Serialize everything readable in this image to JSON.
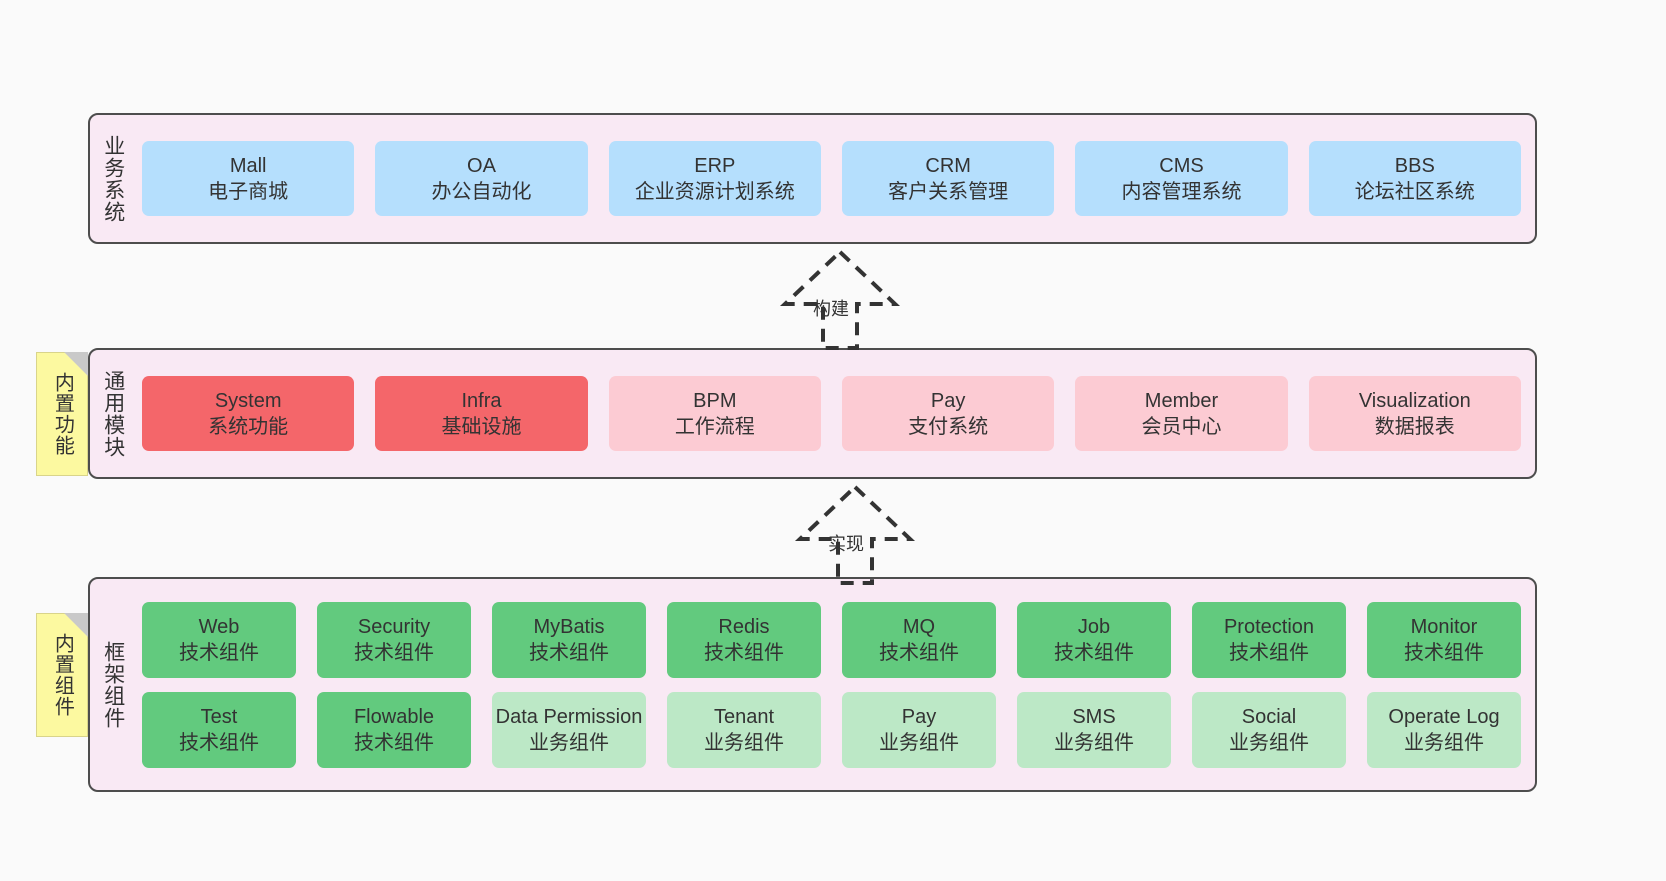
{
  "diagram": {
    "background_color": "#fafafa",
    "panel_color": "#f9e9f4",
    "panel_border_color": "#4d4d4d",
    "note_color": "#fcf9a0"
  },
  "layers": [
    {
      "id": "business",
      "title": "业务系统",
      "rows": [
        {
          "boxes": [
            {
              "en": "Mall",
              "cn": "电子商城",
              "color": "#b5dffd",
              "style": "box-blue"
            },
            {
              "en": "OA",
              "cn": "办公自动化",
              "color": "#b5dffd",
              "style": "box-blue"
            },
            {
              "en": "ERP",
              "cn": "企业资源计划系统",
              "color": "#b5dffd",
              "style": "box-blue"
            },
            {
              "en": "CRM",
              "cn": "客户关系管理",
              "color": "#b5dffd",
              "style": "box-blue"
            },
            {
              "en": "CMS",
              "cn": "内容管理系统",
              "color": "#b5dffd",
              "style": "box-blue"
            },
            {
              "en": "BBS",
              "cn": "论坛社区系统",
              "color": "#b5dffd",
              "style": "box-blue"
            }
          ]
        }
      ]
    },
    {
      "id": "common",
      "title": "通用模块",
      "note": "内置功能",
      "rows": [
        {
          "boxes": [
            {
              "en": "System",
              "cn": "系统功能",
              "color": "#f4666a",
              "style": "box-red"
            },
            {
              "en": "Infra",
              "cn": "基础设施",
              "color": "#f4666a",
              "style": "box-red"
            },
            {
              "en": "BPM",
              "cn": "工作流程",
              "color": "#fccbd3",
              "style": "box-pink"
            },
            {
              "en": "Pay",
              "cn": "支付系统",
              "color": "#fccbd3",
              "style": "box-pink"
            },
            {
              "en": "Member",
              "cn": "会员中心",
              "color": "#fccbd3",
              "style": "box-pink"
            },
            {
              "en": "Visualization",
              "cn": "数据报表",
              "color": "#fccbd3",
              "style": "box-pink"
            }
          ]
        }
      ]
    },
    {
      "id": "framework",
      "title": "框架组件",
      "note": "内置组件",
      "rows": [
        {
          "boxes": [
            {
              "en": "Web",
              "cn": "技术组件",
              "color": "#62ca7e",
              "style": "box-green"
            },
            {
              "en": "Security",
              "cn": "技术组件",
              "color": "#62ca7e",
              "style": "box-green"
            },
            {
              "en": "MyBatis",
              "cn": "技术组件",
              "color": "#62ca7e",
              "style": "box-green"
            },
            {
              "en": "Redis",
              "cn": "技术组件",
              "color": "#62ca7e",
              "style": "box-green"
            },
            {
              "en": "MQ",
              "cn": "技术组件",
              "color": "#62ca7e",
              "style": "box-green"
            },
            {
              "en": "Job",
              "cn": "技术组件",
              "color": "#62ca7e",
              "style": "box-green"
            },
            {
              "en": "Protection",
              "cn": "技术组件",
              "color": "#62ca7e",
              "style": "box-green"
            },
            {
              "en": "Monitor",
              "cn": "技术组件",
              "color": "#62ca7e",
              "style": "box-green"
            }
          ]
        },
        {
          "boxes": [
            {
              "en": "Test",
              "cn": "技术组件",
              "color": "#62ca7e",
              "style": "box-green"
            },
            {
              "en": "Flowable",
              "cn": "技术组件",
              "color": "#62ca7e",
              "style": "box-green"
            },
            {
              "en": "Data Permission",
              "cn": "业务组件",
              "color": "#bce8c6",
              "style": "box-lightgreen wrap"
            },
            {
              "en": "Tenant",
              "cn": "业务组件",
              "color": "#bce8c6",
              "style": "box-lightgreen"
            },
            {
              "en": "Pay",
              "cn": "业务组件",
              "color": "#bce8c6",
              "style": "box-lightgreen"
            },
            {
              "en": "SMS",
              "cn": "业务组件",
              "color": "#bce8c6",
              "style": "box-lightgreen"
            },
            {
              "en": "Social",
              "cn": "业务组件",
              "color": "#bce8c6",
              "style": "box-lightgreen"
            },
            {
              "en": "Operate Log",
              "cn": "业务组件",
              "color": "#bce8c6",
              "style": "box-lightgreen"
            }
          ]
        }
      ]
    }
  ],
  "connectors": [
    {
      "id": "build",
      "label": "构建",
      "style": "dashed-hollow-arrow-up"
    },
    {
      "id": "implement",
      "label": "实现",
      "style": "dashed-hollow-arrow-up"
    }
  ]
}
